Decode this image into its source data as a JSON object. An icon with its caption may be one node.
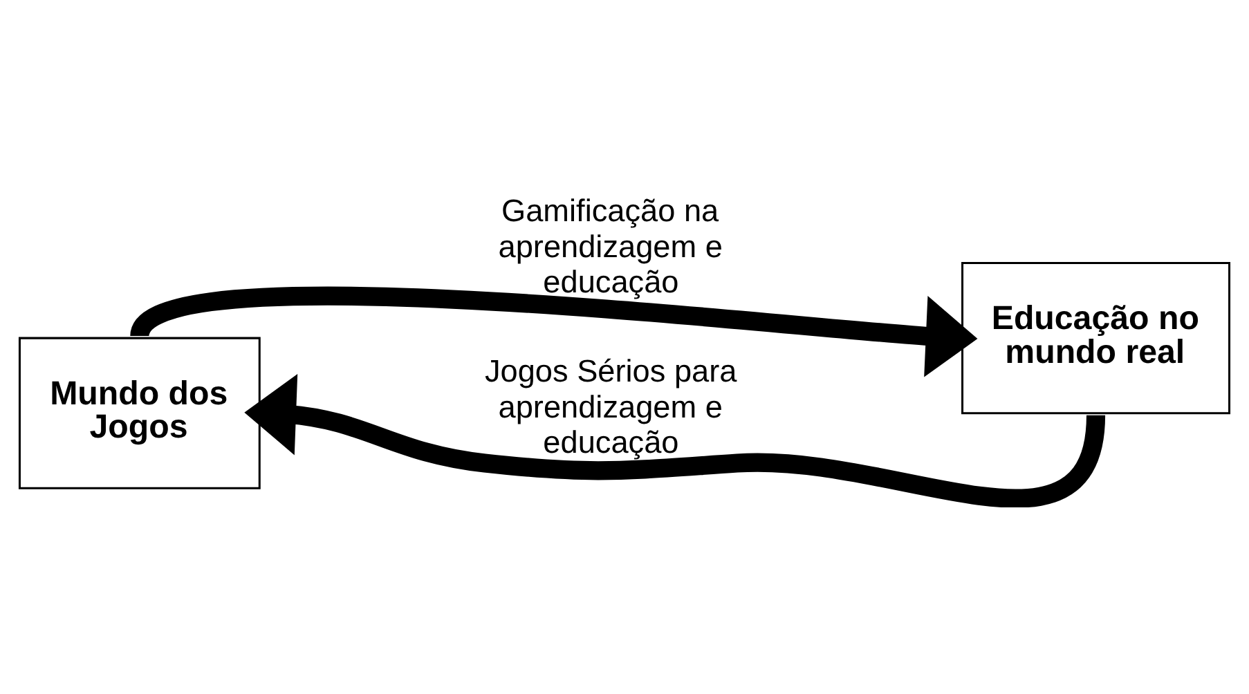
{
  "diagram": {
    "nodes": [
      {
        "text": [
          "Mundo dos Jogos"
        ]
      },
      {
        "text": [
          "Educação no mundo real"
        ]
      }
    ],
    "edges": [
      {
        "from": 0,
        "to": 1,
        "arrow": "to",
        "label": "Gamificação na aprendizagem e educação"
      },
      {
        "from": 1,
        "to": 0,
        "arrow": "to",
        "label": "Jogos Sérios para aprendizagem e educação"
      }
    ]
  }
}
